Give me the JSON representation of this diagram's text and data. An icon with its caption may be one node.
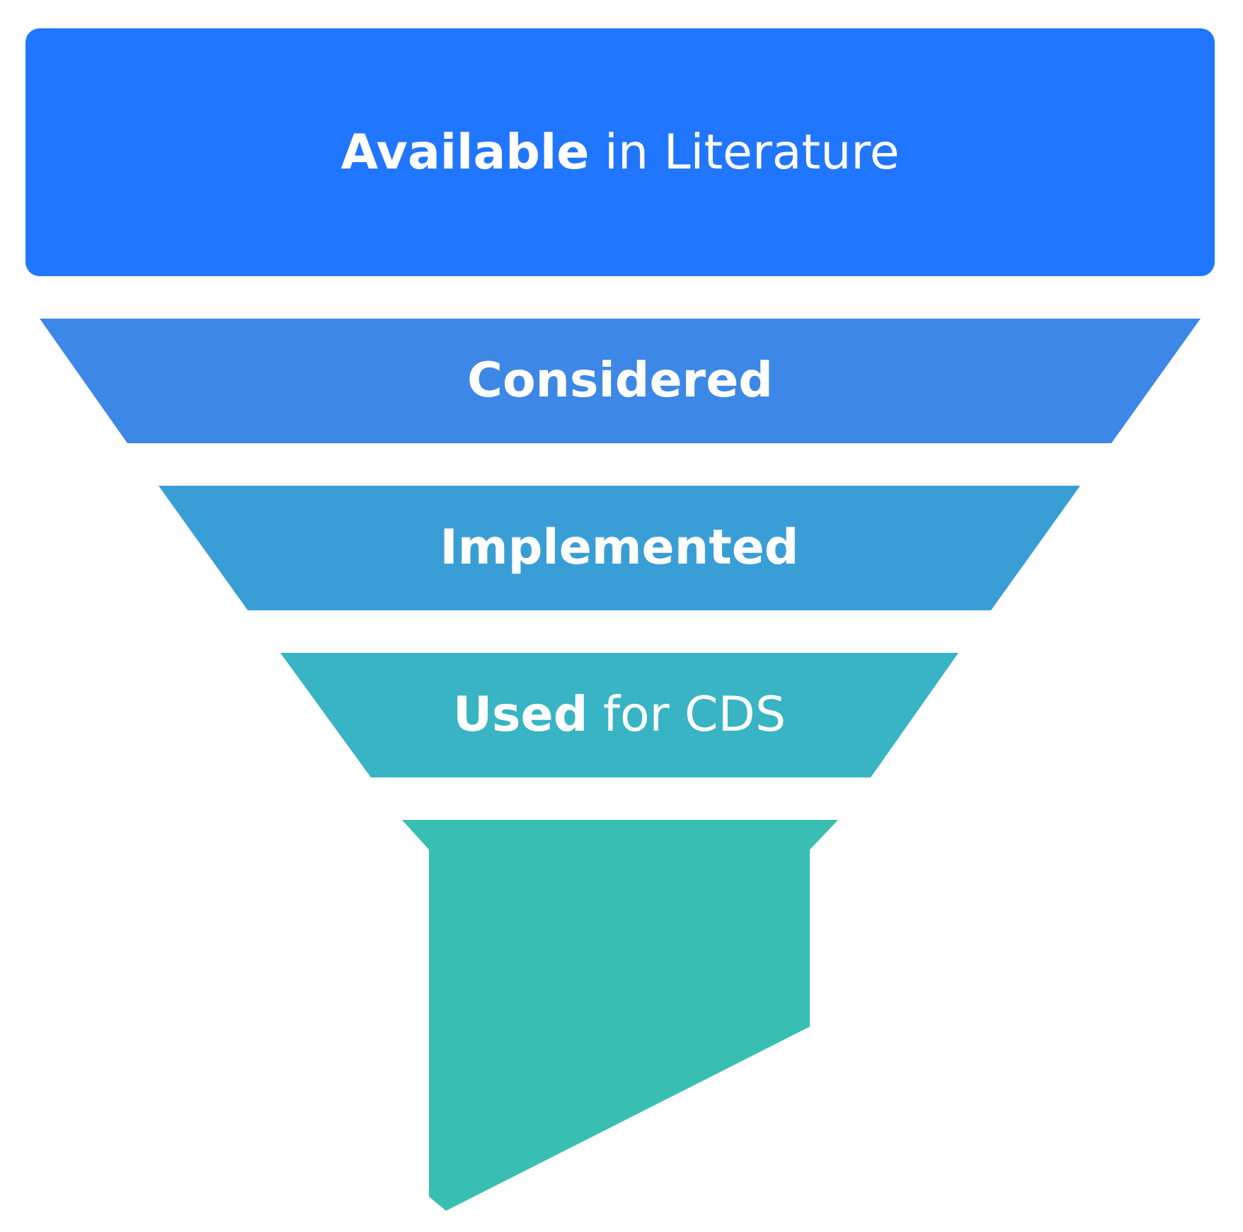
{
  "diagram": {
    "nodes": [
      {
        "text": [
          "**Available** in Literature"
        ]
      },
      {
        "text": [
          "Considered"
        ]
      },
      {
        "text": [
          "Implemented"
        ]
      },
      {
        "text": [
          "**Used** for CDS"
        ]
      },
      {
        "text": [],
        "shape": "funnel"
      }
    ]
  }
}
